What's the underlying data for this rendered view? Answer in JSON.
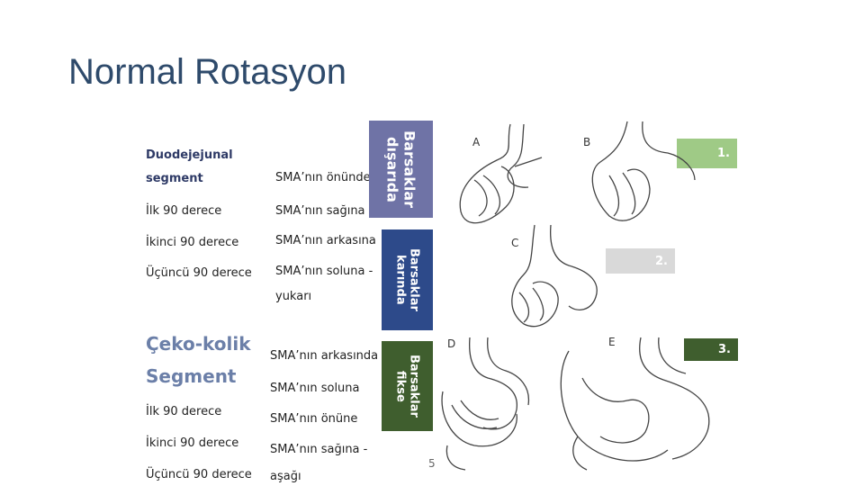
{
  "title": "Normal Rotasyon",
  "duodeno": {
    "heading_line1": "Duodejejunal",
    "heading_line2": "segment",
    "rows": [
      {
        "label": "",
        "value": "SMA’nın önünde"
      },
      {
        "label": "İlk 90 derece",
        "value": "SMA’nın sağına"
      },
      {
        "label": "İkinci 90 derece",
        "value": "SMA’nın arkasına"
      },
      {
        "label": "Üçüncü 90 derece",
        "value": "SMA’nın soluna -"
      },
      {
        "label": "",
        "value": "yukarı"
      }
    ]
  },
  "ceko": {
    "heading_line1": "Çeko-kolik",
    "heading_line2": "Segment",
    "rows": [
      {
        "label": "",
        "value": "SMA’nın arkasında"
      },
      {
        "label": "",
        "value": "SMA’nın soluna"
      },
      {
        "label": "İlk 90 derece",
        "value": "SMA’nın önüne"
      },
      {
        "label": "İkinci 90 derece",
        "value": "SMA’nın sağına -"
      },
      {
        "label": "Üçüncü 90 derece",
        "value": "aşağı"
      }
    ]
  },
  "bars": {
    "bar1": "Barsaklar\ndışarıda",
    "bar2": "Barsaklar\nkarında",
    "bar3": "Barsaklar\nfikse"
  },
  "badges": {
    "b1": "1.",
    "b2": "2.",
    "b3": "3."
  },
  "figure_labels": {
    "a": "A",
    "b": "B",
    "c": "C",
    "d": "D",
    "e": "E"
  },
  "page_number": "5",
  "colors": {
    "title": "#2e4a6b",
    "bar1": "#6f73a6",
    "bar2": "#2d4a8a",
    "bar3": "#3f5e2e",
    "badge1": "#9fca86",
    "badge2": "#d9d9d9",
    "badge3": "#3f5e2e"
  }
}
